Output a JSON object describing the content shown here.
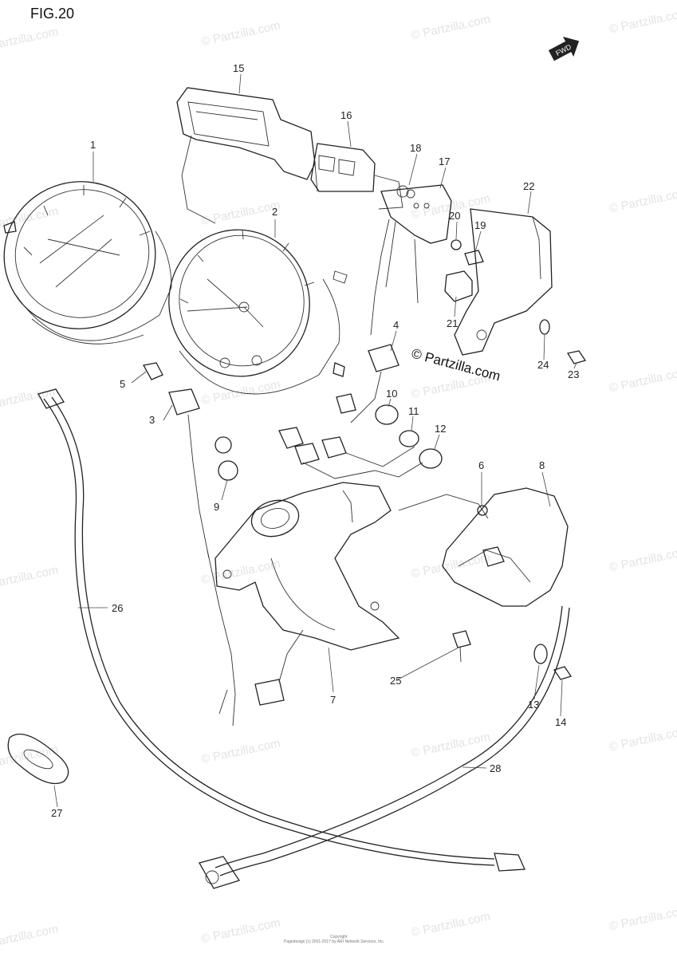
{
  "figure": {
    "title": "FIG.20",
    "fwd_label": "FWD"
  },
  "brand": {
    "text": "© Partzilla.com"
  },
  "watermark": {
    "text": "© Partzilla.com"
  },
  "copyright": {
    "line1": "Copyright",
    "line2": "Pagedesign (c) 2001-2017 by ARI Network Services, Inc."
  },
  "callouts": [
    {
      "id": "1",
      "label": "1"
    },
    {
      "id": "2",
      "label": "2"
    },
    {
      "id": "3",
      "label": "3"
    },
    {
      "id": "4",
      "label": "4"
    },
    {
      "id": "5",
      "label": "5"
    },
    {
      "id": "6",
      "label": "6"
    },
    {
      "id": "7",
      "label": "7"
    },
    {
      "id": "8",
      "label": "8"
    },
    {
      "id": "9",
      "label": "9"
    },
    {
      "id": "10",
      "label": "10"
    },
    {
      "id": "11",
      "label": "11"
    },
    {
      "id": "12",
      "label": "12"
    },
    {
      "id": "13",
      "label": "13"
    },
    {
      "id": "14",
      "label": "14"
    },
    {
      "id": "15",
      "label": "15"
    },
    {
      "id": "16",
      "label": "16"
    },
    {
      "id": "17",
      "label": "17"
    },
    {
      "id": "18",
      "label": "18"
    },
    {
      "id": "19",
      "label": "19"
    },
    {
      "id": "20",
      "label": "20"
    },
    {
      "id": "21",
      "label": "21"
    },
    {
      "id": "22",
      "label": "22"
    },
    {
      "id": "23",
      "label": "23"
    },
    {
      "id": "24",
      "label": "24"
    },
    {
      "id": "25",
      "label": "25"
    },
    {
      "id": "26",
      "label": "26"
    },
    {
      "id": "27",
      "label": "27"
    },
    {
      "id": "28",
      "label": "28"
    }
  ]
}
